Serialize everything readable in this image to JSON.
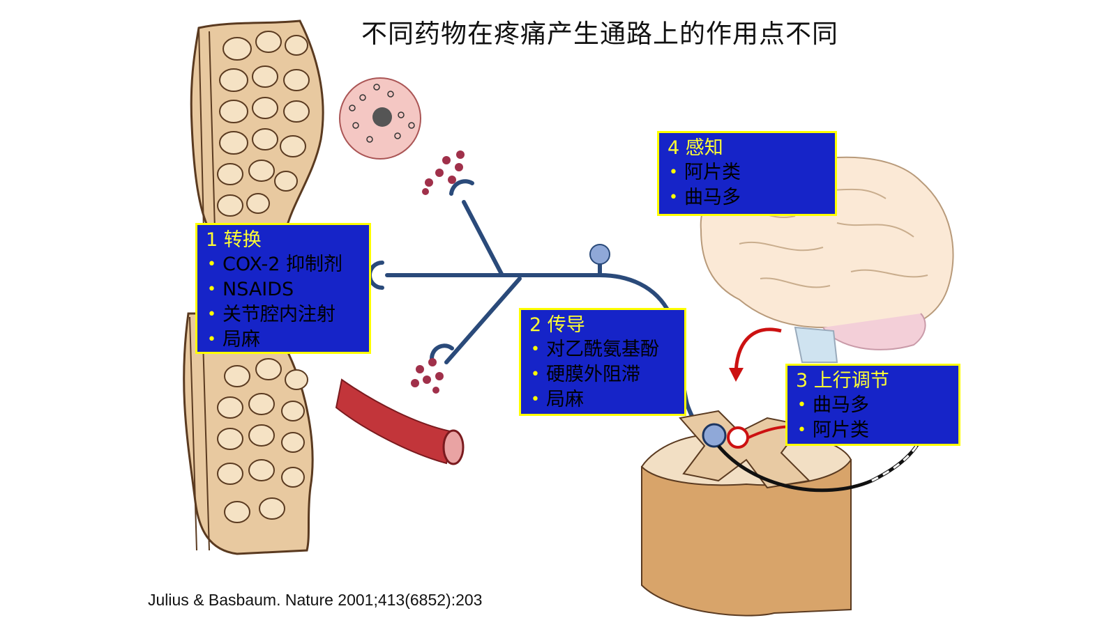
{
  "title": "不同药物在疼痛产生通路上的作用点不同",
  "boxes": [
    {
      "head": "1 转换",
      "items": [
        "COX-2 抑制剂",
        "NSAIDS",
        "关节腔内注射",
        "局麻"
      ]
    },
    {
      "head": "2 传导",
      "items": [
        "对乙酰氨基酚",
        "硬膜外阻滞",
        "局麻"
      ]
    },
    {
      "head": "3 上行调节",
      "items": [
        "曲马多",
        "阿片类"
      ]
    },
    {
      "head": "4 感知",
      "items": [
        "阿片类",
        "曲马多"
      ]
    }
  ],
  "citation": "Julius & Basbaum. Nature 2001;413(6852):203",
  "colors": {
    "box_fill": "#1624c8",
    "box_border": "#ffff00",
    "box_heading": "#ffff33",
    "nerve": "#2a4a7a",
    "tissue": "#e8c9a0",
    "vessel": "#b3262b"
  },
  "icons": [
    "skin-tissue-illustration",
    "mast-cell-illustration",
    "blood-vessel-illustration",
    "nerve-fiber-illustration",
    "brain-illustration",
    "spinal-cord-illustration"
  ]
}
